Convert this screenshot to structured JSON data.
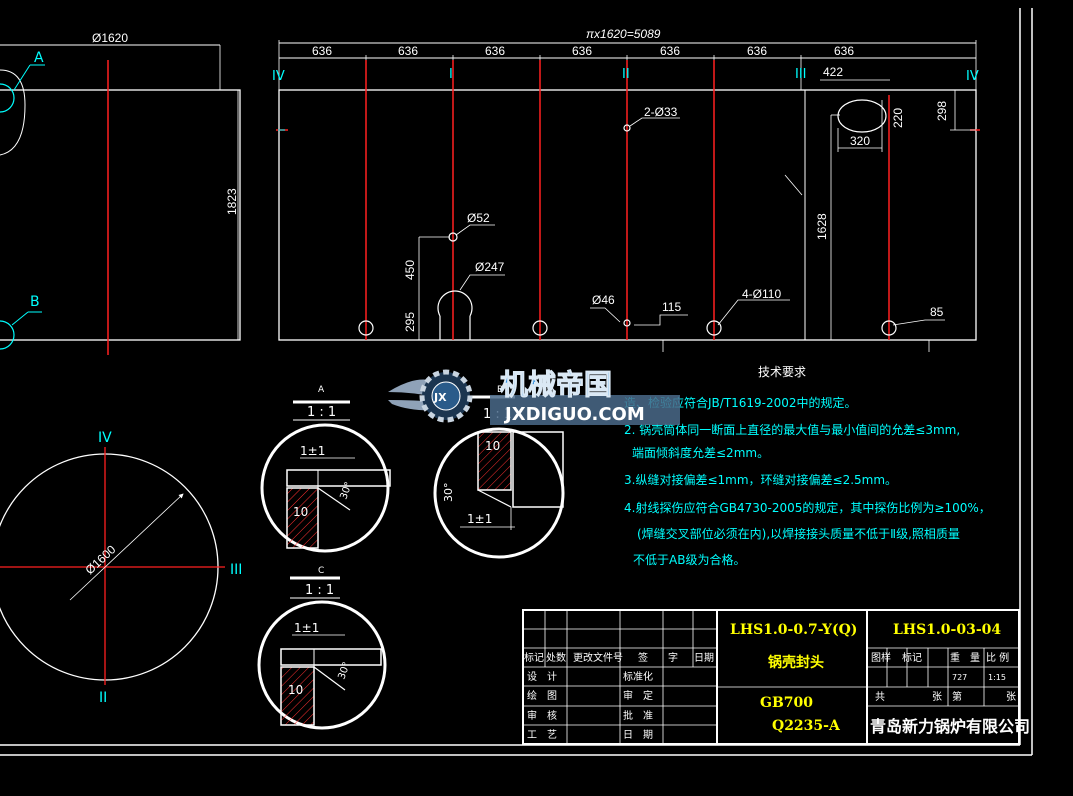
{
  "dimensions": {
    "d1620": "Ø1620",
    "total": "πx1620=5089",
    "seg": [
      "636",
      "636",
      "636",
      "636",
      "636",
      "636"
    ],
    "h1823": "1823",
    "d422": "422",
    "d298": "298",
    "d220": "220",
    "d320": "320",
    "d1628": "1628",
    "holes2d33": "2-Ø33",
    "d52": "Ø52",
    "d450": "450",
    "d247": "Ø247",
    "d295": "295",
    "d46": "Ø46",
    "d115": "115",
    "holes4d110": "4-Ø110",
    "d85": "85",
    "d1600": "Ø1600"
  },
  "roman": {
    "iv": "IV",
    "i": "I",
    "ii": "II",
    "iii": "III"
  },
  "points": {
    "a": "A",
    "b": "B"
  },
  "details": {
    "a": {
      "letter": "A",
      "scale": "1 : 1",
      "gap": "1±1",
      "thick": "10",
      "angle": "30°"
    },
    "b": {
      "letter": "B",
      "scale": "1 : 1",
      "gap": "1±1",
      "thick": "10",
      "angle": "30°"
    },
    "c": {
      "letter": "C",
      "scale": "1 : 1",
      "gap": "1±1",
      "thick": "10",
      "angle": "30°"
    }
  },
  "tech": {
    "title": "技术要求",
    "lines": [
      "造、检验应符合JB/T1619-2002中的规定。",
      "2. 锅壳筒体同一断面上直径的最大值与最小值间的允差≤3mm,",
      "端面倾斜度允差≤2mm。",
      "3.纵缝对接偏差≤1mm，环缝对接偏差≤2.5mm。",
      "4.射线探伤应符合GB4730-2005的规定，其中探伤比例为≥100%，",
      "(焊缝交叉部位必须在内),以焊接接头质量不低于Ⅱ级,照相质量",
      "不低于AB级为合格。"
    ]
  },
  "title_block": {
    "model": "LHS1.0-0.7-Y(Q)",
    "drawing_no": "LHS1.0-03-04",
    "part_name": "锅壳封头",
    "material1": "GB700",
    "material2": "Q2235-A",
    "company": "青岛新力锅炉有限公司",
    "h_mark": "标记",
    "h_count": "处数",
    "h_doc": "更改文件号",
    "h_sign": "签　　字",
    "h_date": "日期",
    "design": "设　计",
    "standard": "标准化",
    "draw": "绘　图",
    "review": "审　定",
    "check": "审　核",
    "approve": "批　准",
    "craft": "工　艺",
    "date": "日　期",
    "stage": "图样",
    "mark": "标记",
    "weight": "重　量",
    "scale": "比 例",
    "weight_val": "727",
    "scale_val": "1:15",
    "total": "共",
    "sheets": "张",
    "page": "第",
    "sheet": "张"
  },
  "watermark": {
    "brand": "机械帝国",
    "url": "JXDIGUO.COM",
    "logo": "JX"
  },
  "colors": {
    "background": "#000000",
    "outline": "#ffffff",
    "centerline": "#ff2020",
    "annotation": "#00ffff",
    "title": "#ffff00"
  }
}
